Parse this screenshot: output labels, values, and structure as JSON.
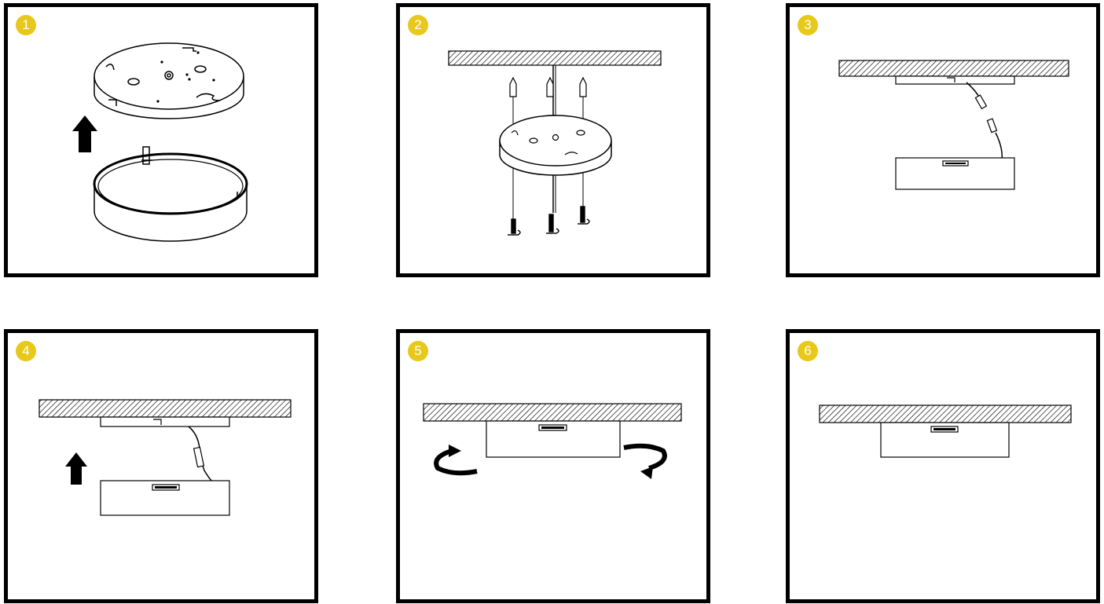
{
  "steps": [
    {
      "number": "1"
    },
    {
      "number": "2"
    },
    {
      "number": "3"
    },
    {
      "number": "4"
    },
    {
      "number": "5"
    },
    {
      "number": "6"
    }
  ],
  "colors": {
    "badge": "#e8c81a",
    "badge_text": "#ffffff",
    "line": "#000000",
    "background": "#ffffff"
  },
  "icons": {
    "up_arrow": "up-arrow-icon",
    "rotate": "rotate-arrow-icon"
  }
}
